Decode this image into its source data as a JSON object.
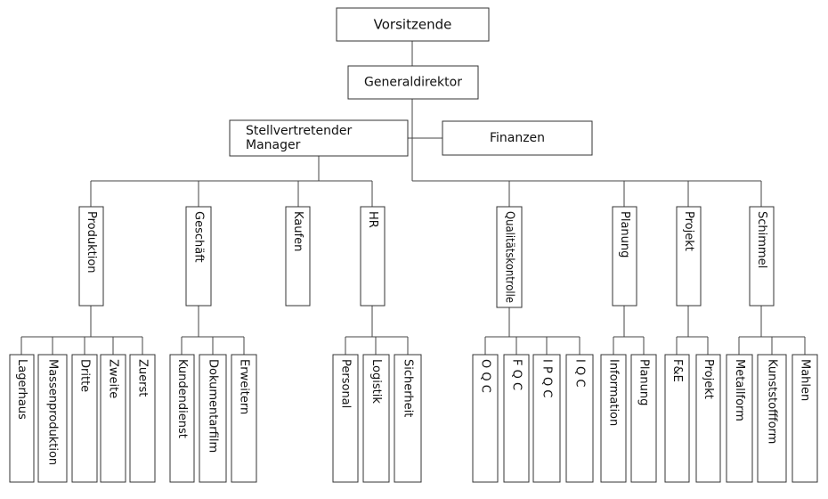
{
  "chart_data": {
    "type": "org-chart",
    "nodes": [
      {
        "id": "vorsitzende",
        "label": "Vorsitzende"
      },
      {
        "id": "generaldirektor",
        "label": "Generaldirektor"
      },
      {
        "id": "stellvertretender",
        "label": "Stellvertretender Manager",
        "lines": [
          "Stellvertretender",
          "Manager"
        ]
      },
      {
        "id": "finanzen",
        "label": "Finanzen"
      },
      {
        "id": "produktion",
        "label": "Produktion"
      },
      {
        "id": "geschaeft",
        "label": "Geschäft"
      },
      {
        "id": "kaufen",
        "label": "Kaufen"
      },
      {
        "id": "hr",
        "label": "HR"
      },
      {
        "id": "qualitaetskontrolle",
        "label": "Qualitätskontrolle"
      },
      {
        "id": "planung",
        "label": "Planung"
      },
      {
        "id": "projekt",
        "label": "Projekt"
      },
      {
        "id": "schimmel",
        "label": "Schimmel"
      },
      {
        "id": "lagerhaus",
        "label": "Lagerhaus"
      },
      {
        "id": "massenproduktion",
        "label": "Massenproduktion"
      },
      {
        "id": "dritte",
        "label": "Dritte"
      },
      {
        "id": "zweite",
        "label": "Zweite"
      },
      {
        "id": "zuerst",
        "label": "Zuerst"
      },
      {
        "id": "kundendienst",
        "label": "Kundendienst"
      },
      {
        "id": "dokumentarfilm",
        "label": "Dokumentarfilm"
      },
      {
        "id": "erweitern",
        "label": "Erweitern"
      },
      {
        "id": "personal",
        "label": "Personal"
      },
      {
        "id": "logistik",
        "label": "Logistik"
      },
      {
        "id": "sicherheit",
        "label": "Sicherheit"
      },
      {
        "id": "oqc",
        "label": "O Q C"
      },
      {
        "id": "fqc",
        "label": "F Q C"
      },
      {
        "id": "ipqc",
        "label": "I P Q C"
      },
      {
        "id": "iqc",
        "label": "I Q C"
      },
      {
        "id": "information",
        "label": "Information"
      },
      {
        "id": "planung2",
        "label": "Planung"
      },
      {
        "id": "fue",
        "label": "F&E"
      },
      {
        "id": "projekt2",
        "label": "Projekt"
      },
      {
        "id": "metallform",
        "label": "Metallform"
      },
      {
        "id": "kunststoffform",
        "label": "Kunststoffform"
      },
      {
        "id": "mahlen",
        "label": "Mahlen"
      }
    ],
    "edges": [
      [
        "vorsitzende",
        "generaldirektor"
      ],
      [
        "generaldirektor",
        "stellvertretender"
      ],
      [
        "generaldirektor",
        "finanzen"
      ],
      [
        "stellvertretender",
        "produktion"
      ],
      [
        "stellvertretender",
        "geschaeft"
      ],
      [
        "stellvertretender",
        "kaufen"
      ],
      [
        "stellvertretender",
        "hr"
      ],
      [
        "generaldirektor",
        "qualitaetskontrolle"
      ],
      [
        "generaldirektor",
        "planung"
      ],
      [
        "generaldirektor",
        "projekt"
      ],
      [
        "generaldirektor",
        "schimmel"
      ],
      [
        "produktion",
        "lagerhaus"
      ],
      [
        "produktion",
        "massenproduktion"
      ],
      [
        "produktion",
        "dritte"
      ],
      [
        "produktion",
        "zweite"
      ],
      [
        "produktion",
        "zuerst"
      ],
      [
        "geschaeft",
        "kundendienst"
      ],
      [
        "geschaeft",
        "dokumentarfilm"
      ],
      [
        "geschaeft",
        "erweitern"
      ],
      [
        "hr",
        "personal"
      ],
      [
        "hr",
        "logistik"
      ],
      [
        "hr",
        "sicherheit"
      ],
      [
        "qualitaetskontrolle",
        "oqc"
      ],
      [
        "qualitaetskontrolle",
        "fqc"
      ],
      [
        "qualitaetskontrolle",
        "ipqc"
      ],
      [
        "qualitaetskontrolle",
        "iqc"
      ],
      [
        "planung",
        "information"
      ],
      [
        "planung",
        "planung2"
      ],
      [
        "projekt",
        "fue"
      ],
      [
        "projekt",
        "projekt2"
      ],
      [
        "schimmel",
        "metallform"
      ],
      [
        "schimmel",
        "kunststoffform"
      ],
      [
        "schimmel",
        "mahlen"
      ]
    ]
  }
}
